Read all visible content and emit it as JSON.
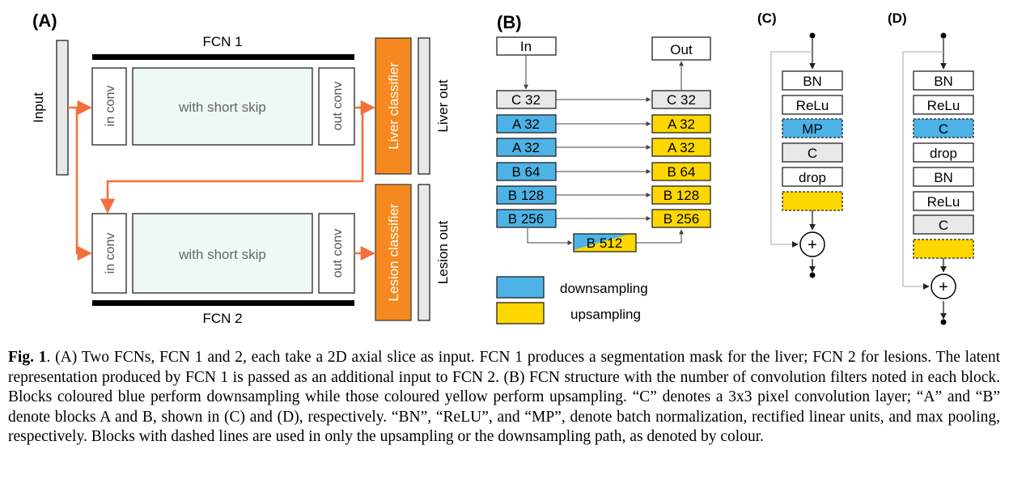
{
  "panels": {
    "a": {
      "label": "(A)",
      "input": "Input",
      "fcn1": "FCN 1",
      "fcn2": "FCN 2",
      "in_conv": "in conv",
      "out_conv": "out conv",
      "body": "with short skip",
      "liver_classifier": "Liver classifier",
      "lesion_classifier": "Lesion classifier",
      "liver_out": "Liver out",
      "lesion_out": "Lesion out"
    },
    "b": {
      "label": "(B)",
      "in": "In",
      "out": "Out",
      "down_blocks": [
        "C 32",
        "A 32",
        "A 32",
        "B 64",
        "B 128",
        "B 256"
      ],
      "up_blocks": [
        "C 32",
        "A 32",
        "A 32",
        "B 64",
        "B 128",
        "B 256"
      ],
      "bottleneck": "B 512",
      "legend_down": "downsampling",
      "legend_up": "upsampling"
    },
    "c": {
      "label": "(C)",
      "layers": [
        "BN",
        "ReLu",
        "MP",
        "C",
        "drop"
      ],
      "plus": "+"
    },
    "d": {
      "label": "(D)",
      "layers": [
        "BN",
        "ReLu",
        "C",
        "drop",
        "BN",
        "ReLu",
        "C"
      ],
      "plus": "+"
    }
  },
  "colors": {
    "orange": "#f2703c",
    "classifier": "#f5891f",
    "blue": "#4db3e6",
    "yellow": "#ffd700",
    "gray": "#e8e8e8",
    "mint": "#eef8f4"
  },
  "caption": {
    "label": "Fig. 1",
    "text": ". (A) Two FCNs, FCN 1 and 2, each take a 2D axial slice as input. FCN 1 produces a segmentation mask for the liver; FCN 2 for lesions. The latent representation produced by FCN 1 is passed as an additional input to FCN 2. (B) FCN structure with the number of convolution filters noted in each block. Blocks coloured blue perform downsampling while those coloured yellow perform upsampling. “C” denotes a 3x3 pixel convolution layer; “A” and “B” denote blocks A and B, shown in (C) and (D), respectively. “BN”, “ReLU”, and “MP”, denote batch normalization, rectified linear units, and max pooling, respectively. Blocks with dashed lines are used in only the upsampling or the downsampling path, as denoted by colour."
  }
}
